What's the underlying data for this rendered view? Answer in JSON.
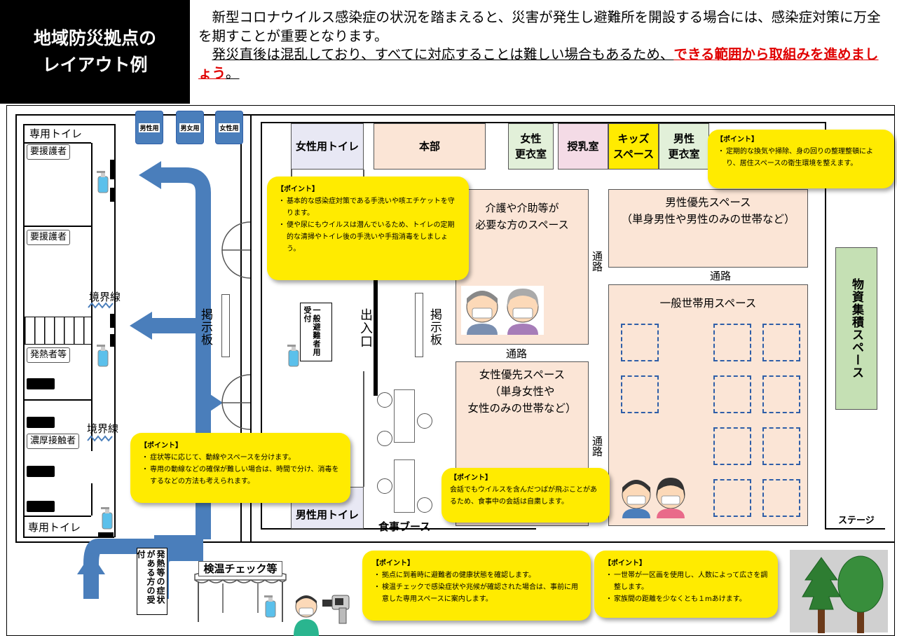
{
  "header": {
    "title": "地域防災拠点の\nレイアウト例",
    "p1": "新型コロナウイルス感染症の状況を踏まえると、災害が発生し避難所を開設する場合には、感染症対策に万全を期すことが重要となります。",
    "p2_normal": "発災直後は混乱しており、すべてに対応することは難しい場合もあるため、",
    "p2_red": "できる範囲から取組みを進めましょう",
    "p2_end": "。"
  },
  "left_area": {
    "toilet_top": "専用トイレ",
    "toilet_bottom": "専用トイレ",
    "care1": "要援護者",
    "care2": "要援護者",
    "fever": "発熱者等",
    "contact": "濃厚接触者",
    "boundary1": "境界線",
    "boundary2": "境界線",
    "booth_labels": [
      "男性用",
      "男女用",
      "女性用"
    ],
    "reception_vertical": "発熱等の症状がある方の受付",
    "temp_check": "検温チェック等",
    "bulletin": "掲示板"
  },
  "hall": {
    "women_toilet": "女性用トイレ",
    "men_toilet": "男性用トイレ",
    "hq": "本部",
    "women_change": "女性\n更衣室",
    "nursing": "授乳室",
    "kids": "キッズ\nスペース",
    "men_change": "男性\n更衣室",
    "general_reception": "一般避難者用受付",
    "entrance": "出入口",
    "bulletin": "掲示板",
    "care_space": "介護や介助等が\n必要な方のスペース",
    "women_space": "女性優先スペース\n（単身女性や\n女性のみの世帯など）",
    "men_space": "男性優先スペース\n（単身男性や男性のみの世帯など）",
    "general_space": "一般世帯用スペース",
    "supplies": "物資集積スペース",
    "stage": "ステージ",
    "dining": "食事ブース",
    "path1": "通路",
    "path2": "通路",
    "path3": "通路",
    "path4": "通路"
  },
  "points": {
    "label": "【ポイント】",
    "b1": [
      "基本的な感染症対策である手洗いや咳エチケットを守ります。",
      "便や尿にもウイルスは潜んでいるため、トイレの定期的な清掃やトイレ後の手洗いや手指消毒をしましょう。"
    ],
    "b2": [
      "定期的な換気や掃除、身の回りの整理整頓により、居住スペースの衛生環境を整えます。"
    ],
    "b3": [
      "症状等に応じて、動線やスペースを分けます。",
      "専用の動線などの確保が難しい場合は、時間で分け、消毒をするなどの方法も考えられます。"
    ],
    "b4": [
      "会話でもウイルスを含んだつばが飛ぶことがあるため、食事中の会話は自粛します。"
    ],
    "b5": [
      "拠点に到着時に避難者の健康状態を確認します。",
      "検温チェックで感染症状や兆候が確認された場合は、事前に用意した専用スペースに案内します。"
    ],
    "b6": [
      "一世帯が一区画を使用し、人数によって広さを調整します。",
      "家族間の距離を少なくとも１mあけます。"
    ]
  },
  "colors": {
    "arrow": "#4a7ebb",
    "bubble": "#ffeb00",
    "zone": "#fbe5d6",
    "supplies": "#c5e0b4",
    "hq": "#fbe5d6",
    "nursing": "#f4dbe6",
    "kids": "#ffeb00",
    "change": "#e2f0d9"
  },
  "icons": [
    "person-wearing-mask-icon",
    "hand-sanitizer-icon",
    "thermometer-gun-icon",
    "portable-toilet-icon",
    "tree-icon",
    "bed-icon"
  ]
}
